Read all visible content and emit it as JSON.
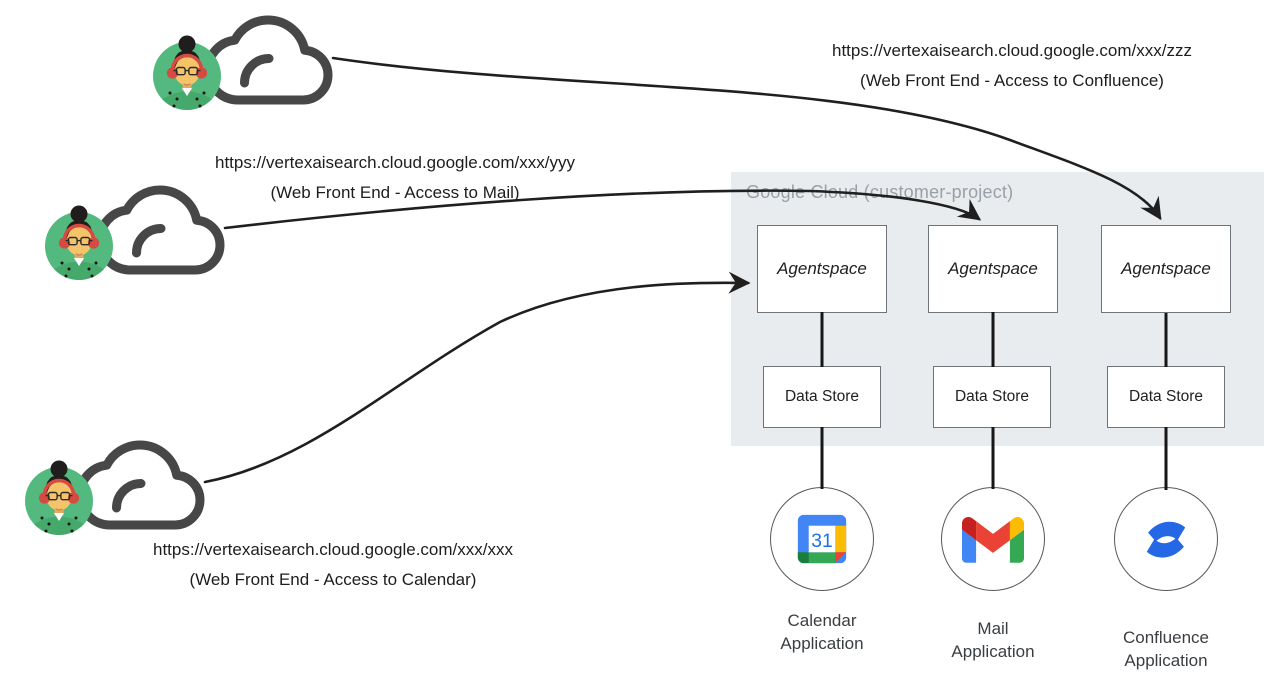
{
  "users": [
    {
      "role": "confluence-user",
      "url": "https://vertexaisearch.cloud.google.com/xxx/zzz",
      "caption": "(Web Front End - Access to Confluence)"
    },
    {
      "role": "mail-user",
      "url": "https://vertexaisearch.cloud.google.com/xxx/yyy",
      "caption": "(Web Front End - Access to Mail)"
    },
    {
      "role": "calendar-user",
      "url": "https://vertexaisearch.cloud.google.com/xxx/xxx",
      "caption": "(Web Front End - Access to Calendar)"
    }
  ],
  "cloud_panel": {
    "title": "Google Cloud (customer-project)",
    "columns": [
      {
        "agent_label": "Agentspace",
        "datastore_label": "Data Store",
        "app_label": "Calendar Application",
        "app_icon": "google-calendar-icon",
        "calendar_day": "31"
      },
      {
        "agent_label": "Agentspace",
        "datastore_label": "Data Store",
        "app_label": "Mail Application",
        "app_icon": "gmail-icon"
      },
      {
        "agent_label": "Agentspace",
        "datastore_label": "Data Store",
        "app_label": "Confluence Application",
        "app_icon": "confluence-icon"
      }
    ]
  },
  "colors": {
    "panel_bg": "#e9ecef",
    "panel_title": "#9aa0a6",
    "box_border": "#6f747a",
    "connector": "#1f1f1f",
    "avatar_green": "#54b97e",
    "headphone_red": "#d64b41",
    "calendar_blue": "#4285f4",
    "gmail_red": "#ea4335",
    "confluence_blue": "#2468e5"
  }
}
